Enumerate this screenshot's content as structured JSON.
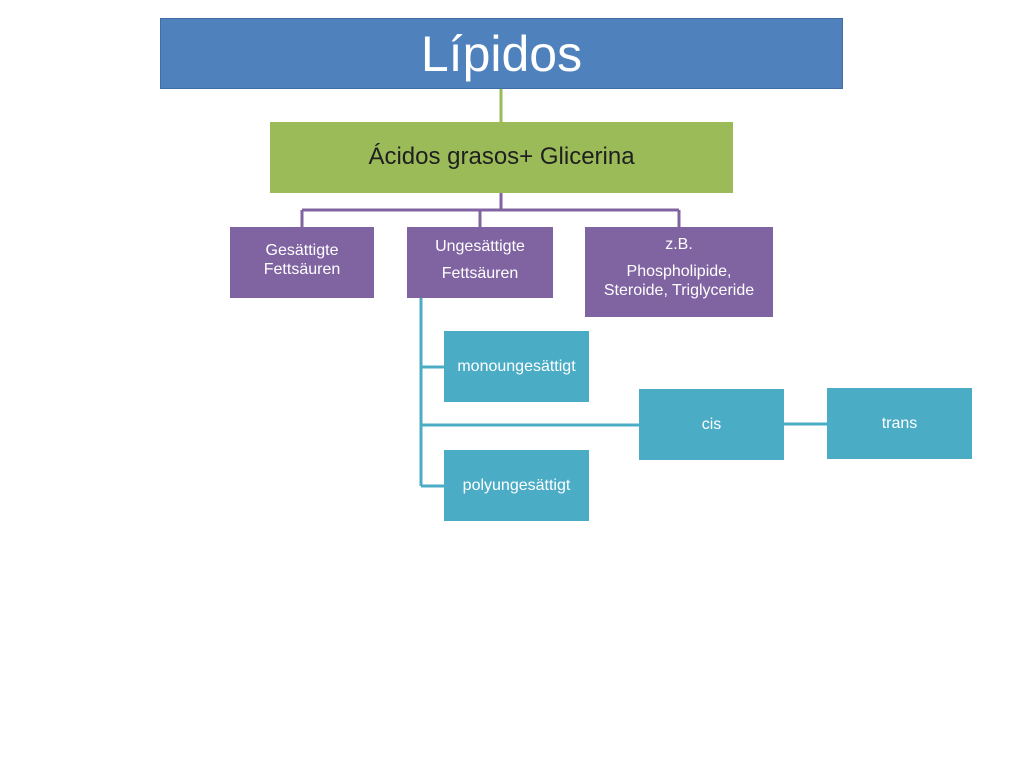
{
  "title": "Lípidos",
  "root": "Ácidos grasos+ Glicerina",
  "categories": {
    "saturated": [
      "Gesättigte",
      "Fettsäuren"
    ],
    "unsaturated": [
      "Ungesättigte",
      "Fettsäuren"
    ],
    "example": {
      "label": "z.B.",
      "lines": [
        "Phospholipide,",
        "Steroide, Triglyceride"
      ]
    }
  },
  "unsaturated_types": {
    "mono": "monoungesättigt",
    "poly": "polyungesättigt"
  },
  "isomers": {
    "cis": "cis",
    "trans": "trans"
  },
  "colors": {
    "title": "#4F81BD",
    "root": "#9BBB59",
    "category": "#8064A2",
    "leaf": "#4BACC6"
  }
}
